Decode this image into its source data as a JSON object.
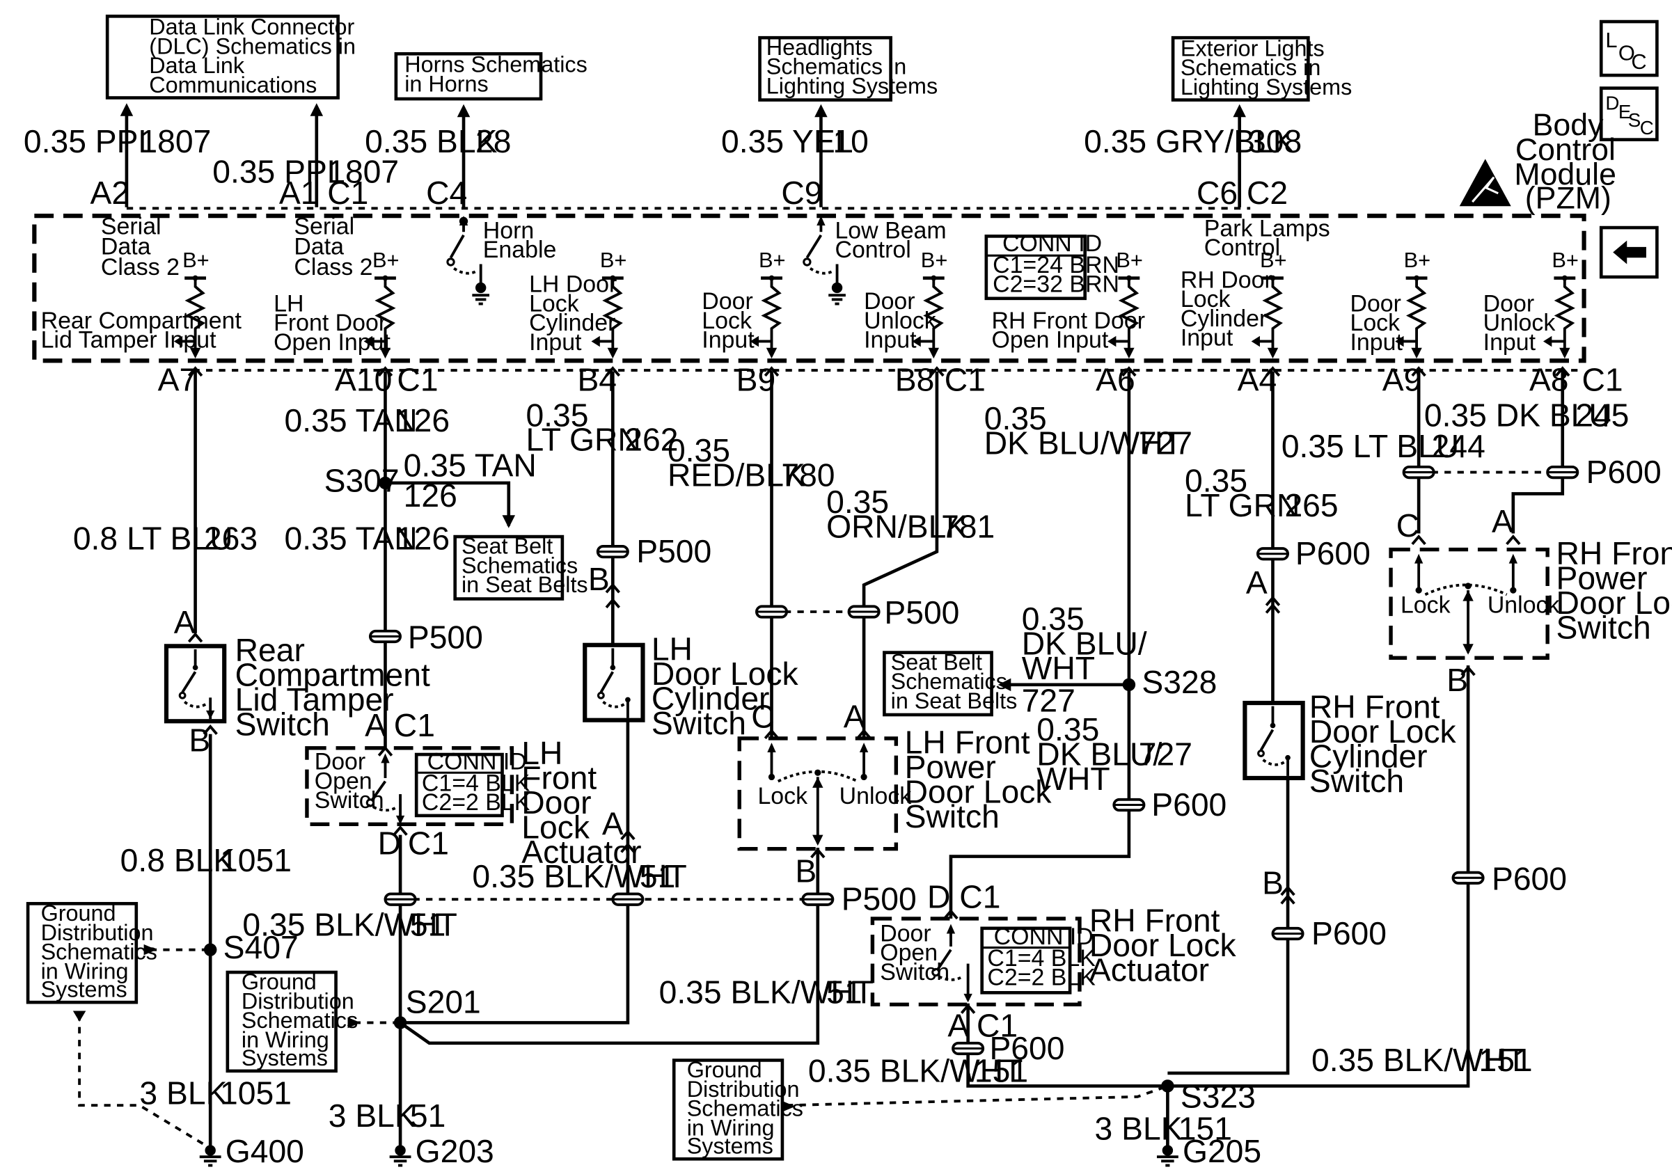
{
  "module": {
    "name_lines": [
      "Body",
      "Control",
      "Module",
      "(PZM)"
    ],
    "loc_icon": [
      "L",
      "O",
      "C"
    ],
    "desc_icon": [
      "D",
      "E",
      "S",
      "C"
    ]
  },
  "refs": {
    "dlc": [
      "Data Link Connector",
      "(DLC) Schematics in",
      "Data Link",
      "Communications"
    ],
    "horns": [
      "Horns Schematics",
      "in Horns"
    ],
    "headlights": [
      "Headlights",
      "Schematics in",
      "Lighting Systems"
    ],
    "exterior": [
      "Exterior Lights",
      "Schematics in",
      "Lighting Systems"
    ],
    "seatbelt1": [
      "Seat Belt",
      "Schematics",
      "in Seat Belts"
    ],
    "seatbelt2": [
      "Seat Belt",
      "Schematics",
      "in Seat Belts"
    ],
    "ground1": [
      "Ground",
      "Distribution",
      "Schematics",
      "in Wiring",
      "Systems"
    ],
    "ground2": [
      "Ground",
      "Distribution",
      "Schematics",
      "in Wiring",
      "Systems"
    ],
    "ground3": [
      "Ground",
      "Distribution",
      "Schematics",
      "in Wiring",
      "Systems"
    ]
  },
  "bcm_inputs": {
    "serial1": [
      "Serial",
      "Data",
      "Class 2"
    ],
    "serial2": [
      "Serial",
      "Data",
      "Class 2"
    ],
    "horn_enable": [
      "Horn",
      "Enable"
    ],
    "low_beam": [
      "Low Beam",
      "Control"
    ],
    "park_lamps": [
      "Park Lamps",
      "Control"
    ],
    "rear_tamper": [
      "Rear Compartment",
      "Lid Tamper Input"
    ],
    "lh_door_open": [
      "LH",
      "Front Door",
      "Open Input"
    ],
    "lh_cyl": [
      "LH Door",
      "Lock",
      "Cylinder",
      "Input"
    ],
    "door_lock1": [
      "Door",
      "Lock",
      "Input"
    ],
    "door_unlock1": [
      "Door",
      "Unlock",
      "Input"
    ],
    "rh_door_open": [
      "RH Front Door",
      "Open Input"
    ],
    "rh_cyl": [
      "RH Door",
      "Lock",
      "Cylinder",
      "Input"
    ],
    "door_lock2": [
      "Door",
      "Lock",
      "Input"
    ],
    "door_unlock2": [
      "Door",
      "Unlock",
      "Input"
    ],
    "bplus": "B+",
    "conn_id": [
      "CONN ID",
      "C1=24 BRN",
      "C2=32 BRN"
    ]
  },
  "wires_top": [
    {
      "pins": "A2",
      "color": "0.35 PPL",
      "circuit": "1807"
    },
    {
      "pins": "A1  C1",
      "color": "0.35 PPL",
      "circuit": "1807"
    },
    {
      "pins": "C4",
      "color": "0.35 BLK",
      "circuit": "28"
    },
    {
      "pins": "C9",
      "color": "0.35 YEL",
      "circuit": "10"
    },
    {
      "pins": "C6  C2",
      "color": "0.35 GRY/BLK",
      "circuit": "308"
    }
  ],
  "pins_bottom": [
    "A7",
    "A10",
    "C1",
    "B4",
    "B9",
    "B8",
    "C1",
    "A6",
    "A4",
    "A9",
    "A8",
    "C1"
  ],
  "wires_bottom": {
    "w263": {
      "color": "0.8 LT BLU",
      "circuit": "263"
    },
    "w126a": {
      "color": "0.35 TAN",
      "circuit": "126"
    },
    "w126b": {
      "color": "0.35 TAN",
      "circuit": "126"
    },
    "w126c": {
      "color": "0.35 TAN",
      "circuit": "126"
    },
    "w262": {
      "color": [
        "0.35",
        "LT GRN"
      ],
      "circuit": "262"
    },
    "w780": {
      "color": [
        "0.35",
        "RED/BLK"
      ],
      "circuit": "780"
    },
    "w781": {
      "color": [
        "0.35",
        "ORN/BLK"
      ],
      "circuit": "781"
    },
    "w727a": {
      "color": [
        "0.35",
        "DK BLU/WHT"
      ],
      "circuit": "727"
    },
    "w727b": {
      "color": [
        "0.35",
        "DK BLU/",
        "WHT"
      ],
      "circuit": "727"
    },
    "w727c": {
      "color": [
        "0.35",
        "DK BLU/",
        "WHT"
      ],
      "circuit": "727"
    },
    "w265": {
      "color": [
        "0.35",
        "LT GRN"
      ],
      "circuit": "265"
    },
    "w244": {
      "color": "0.35 LT BLU",
      "circuit": "244"
    },
    "w245": {
      "color": "0.35 DK BLU",
      "circuit": "245"
    },
    "w1051a": {
      "color": "0.8 BLK",
      "circuit": "1051"
    },
    "w1051b": {
      "color": "3 BLK",
      "circuit": "1051"
    },
    "w51a": {
      "color": "0.35 BLK/WHT",
      "circuit": "51"
    },
    "w51b": {
      "color": "0.35 BLK/WHT",
      "circuit": "51"
    },
    "w51c": {
      "color": "0.35 BLK/WHT",
      "circuit": "51"
    },
    "w51d": {
      "color": "3 BLK",
      "circuit": "51"
    },
    "w151a": {
      "color": "0.35 BLK/WHT",
      "circuit": "151"
    },
    "w151b": {
      "color": "0.35 BLK/WHT",
      "circuit": "151"
    },
    "w151c": {
      "color": "3 BLK",
      "circuit": "151"
    }
  },
  "splices": {
    "s307": "S307",
    "s328": "S328",
    "s407": "S407",
    "s201": "S201",
    "s323": "S323"
  },
  "grounds": {
    "g400": "G400",
    "g203": "G203",
    "g205": "G205"
  },
  "connectors": {
    "p500": "P500",
    "p600": "P600"
  },
  "components": {
    "rear_tamper": [
      "Rear",
      "Compartment",
      "Lid Tamper",
      "Switch"
    ],
    "lh_actuator": [
      "LH",
      "Front",
      "Door",
      "Lock",
      "Actuator"
    ],
    "lh_cyl_switch": [
      "LH",
      "Door Lock",
      "Cylinder",
      "Switch"
    ],
    "lh_power_switch": [
      "LH Front",
      "Power",
      "Door Lock",
      "Switch"
    ],
    "rh_actuator": [
      "RH Front",
      "Door Lock",
      "Actuator"
    ],
    "rh_cyl_switch": [
      "RH Front",
      "Door Lock",
      "Cylinder",
      "Switch"
    ],
    "rh_power_switch": [
      "RH Front",
      "Power",
      "Door Lock",
      "Switch"
    ],
    "door_open_switch": [
      "Door",
      "Open",
      "Switch"
    ],
    "actuator_conn": [
      "CONN ID",
      "C1=4 BLK",
      "C2=2 BLK"
    ],
    "lock": "Lock",
    "unlock": "Unlock"
  },
  "pin_letters": {
    "a": "A",
    "b": "B",
    "c": "C",
    "d": "D",
    "c1": "C1"
  }
}
